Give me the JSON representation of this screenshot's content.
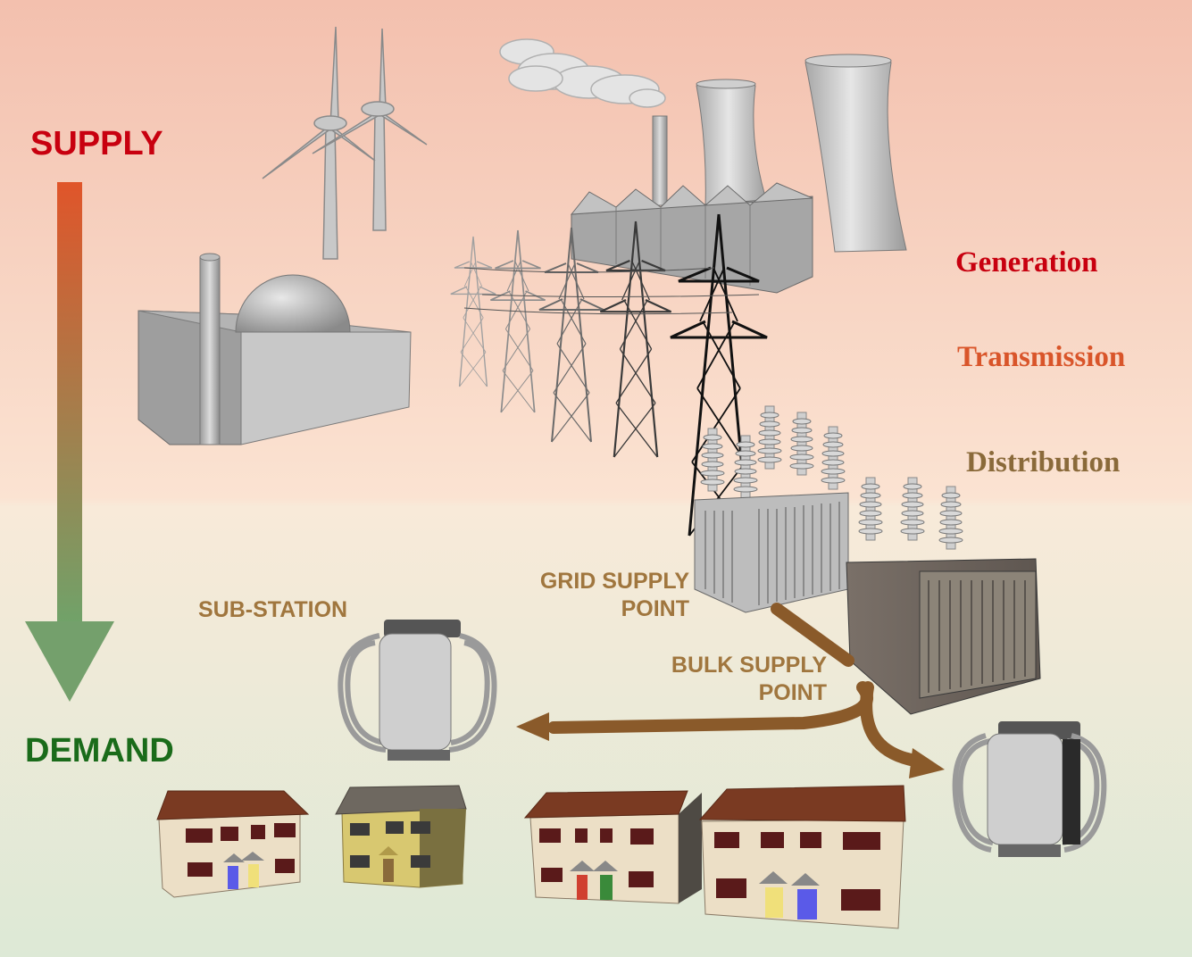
{
  "labels": {
    "supply": "SUPPLY",
    "demand": "DEMAND",
    "generation": "Generation",
    "transmission": "Transmission",
    "distribution": "Distribution",
    "sub_station": "SUB-STATION",
    "grid_supply_point": [
      "GRID SUPPLY",
      "POINT"
    ],
    "bulk_supply_point": [
      "BULK SUPPLY",
      "POINT"
    ]
  },
  "colors": {
    "supply": "#c8000f",
    "demand": "#1a6b1a",
    "generation": "#c8000f",
    "transmission": "#d9552a",
    "distribution": "#8a6a3a",
    "point_labels": "#a0763e",
    "flow_arrows": "#8a5a2a",
    "background_top": "#f3c2b0",
    "background_bottom": "#dde9d6"
  },
  "icons": [
    "wind-turbine-icon",
    "nuclear-plant-icon",
    "coal-power-plant-icon",
    "cooling-tower-icon",
    "pylon-icon",
    "transformer-icon",
    "house-icon",
    "supply-demand-arrow-icon"
  ]
}
